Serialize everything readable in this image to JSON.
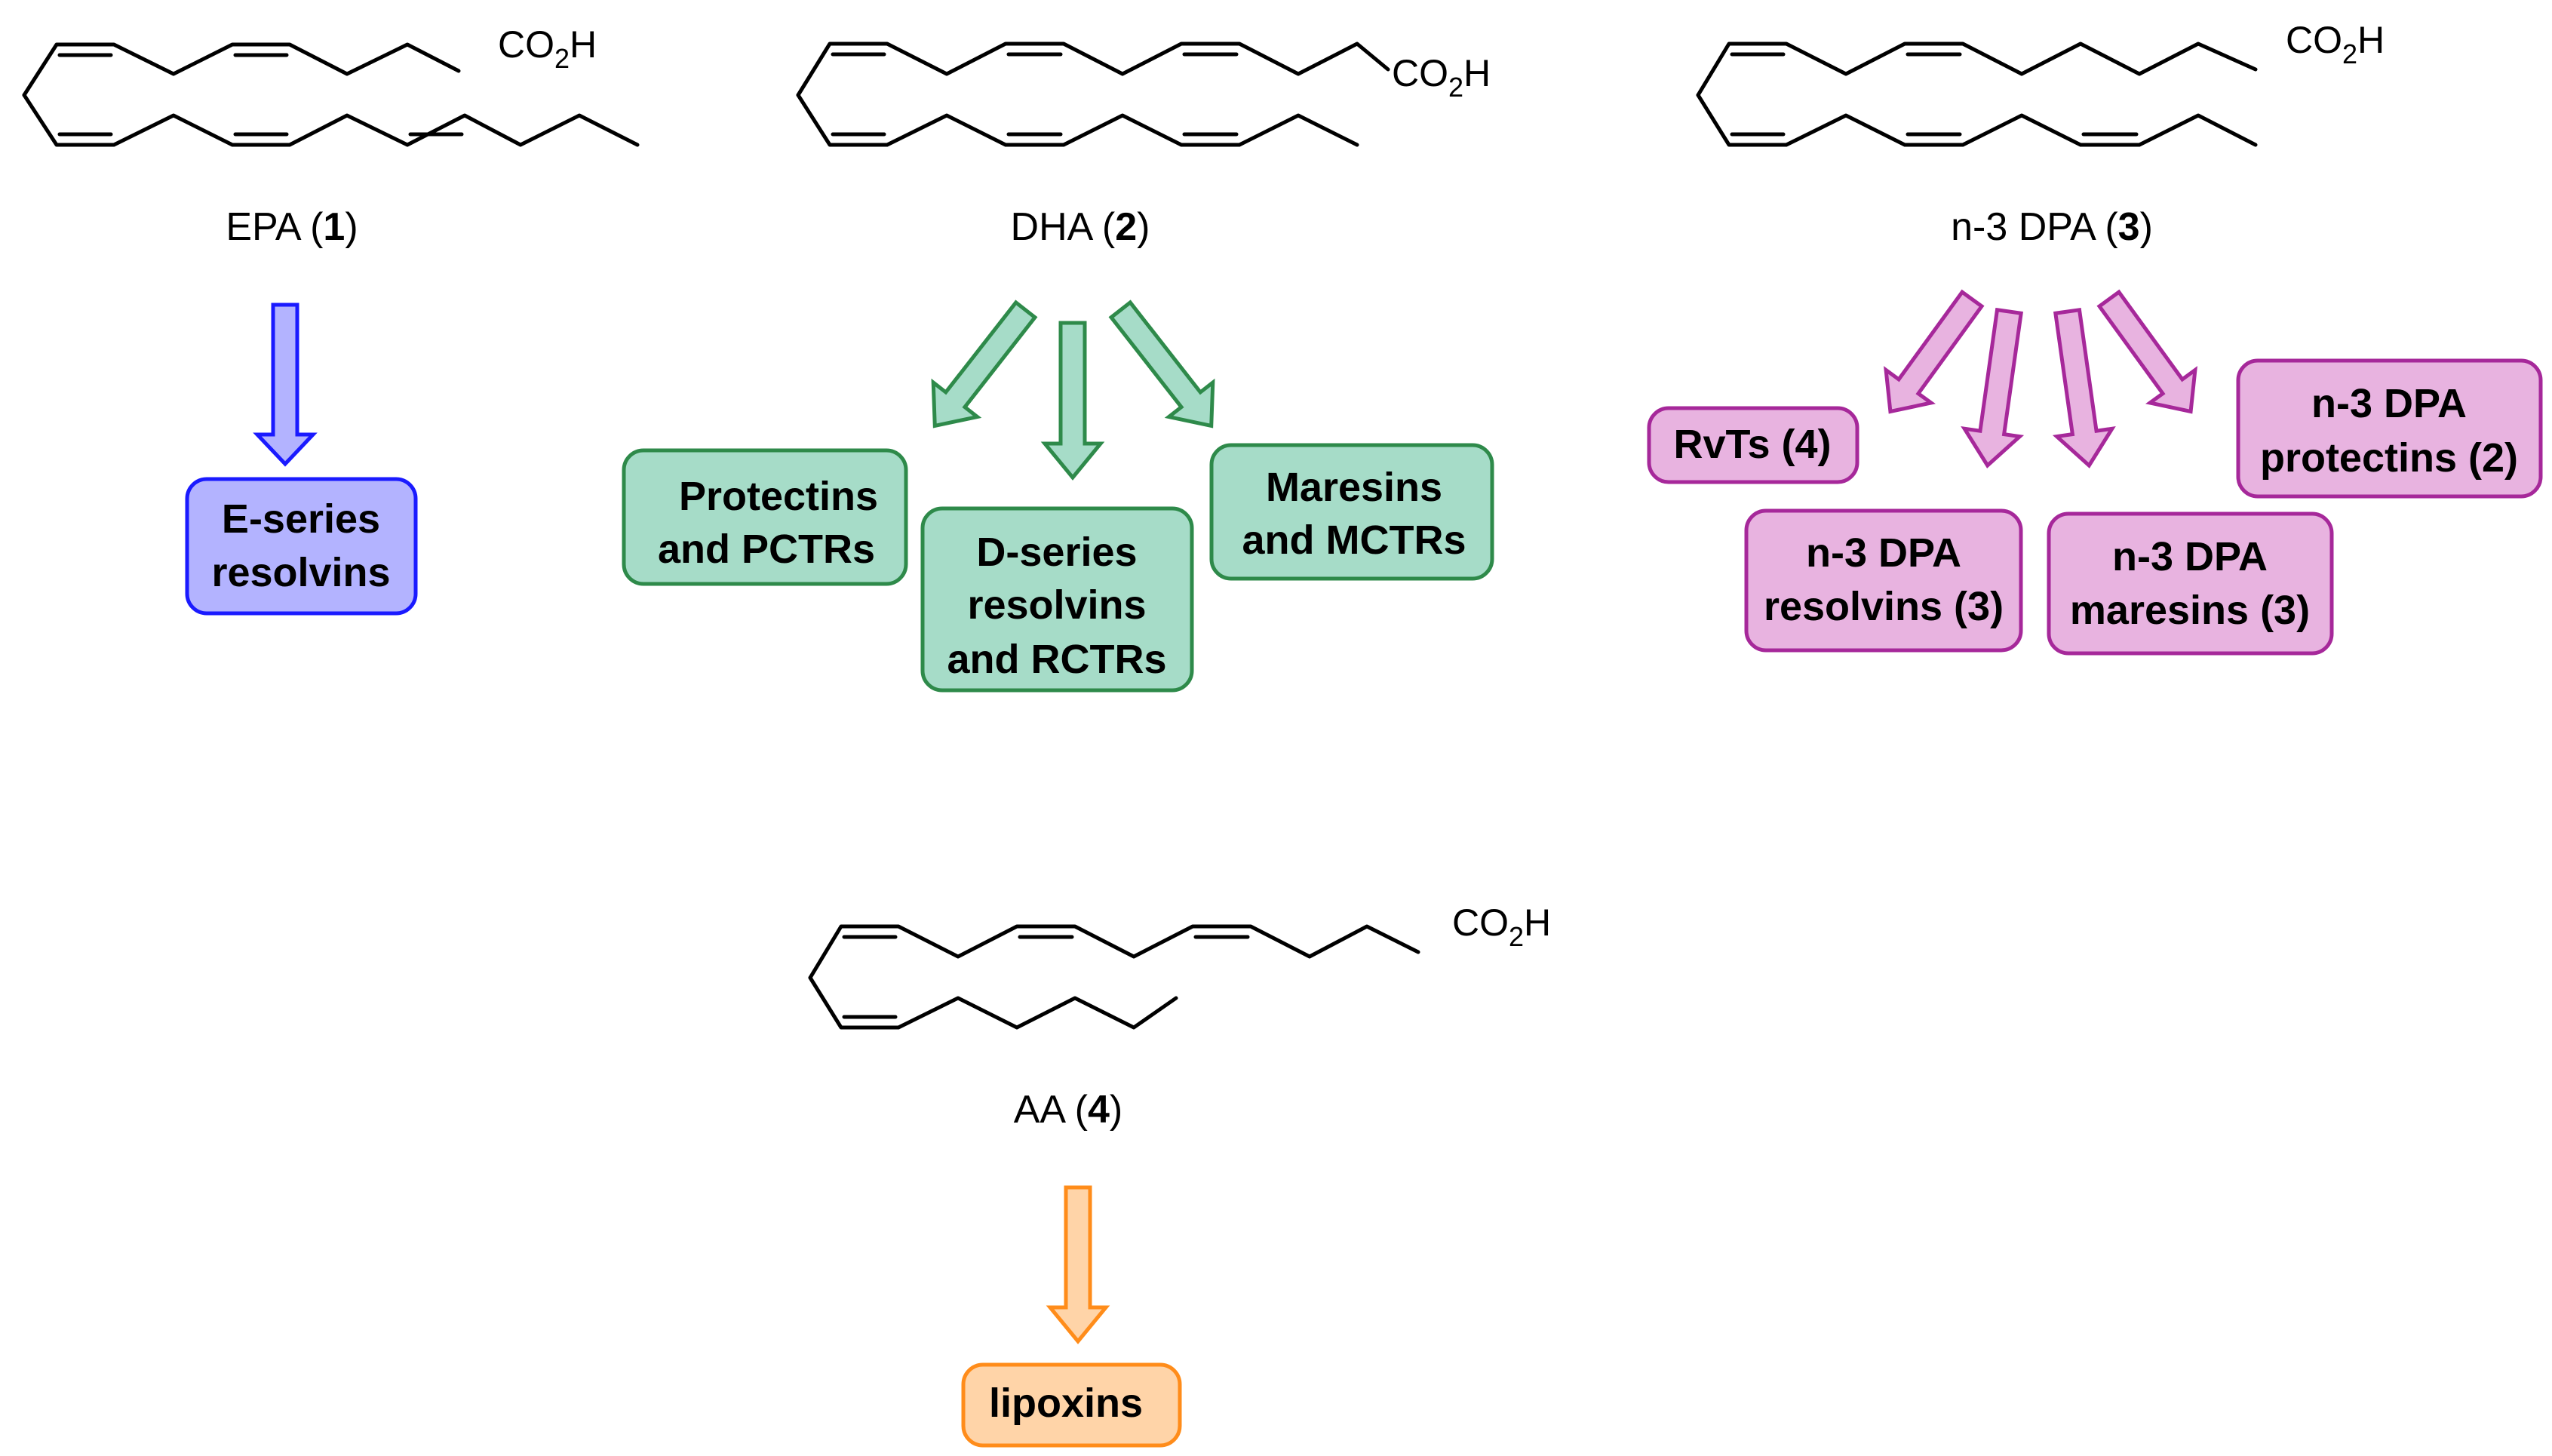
{
  "colors": {
    "blue_fill": "#b3b3ff",
    "blue_stroke": "#1a1aff",
    "green_fill": "#a6dcc8",
    "green_stroke": "#2e8a4a",
    "pink_fill": "#e8b3e0",
    "pink_stroke": "#a6289a",
    "orange_fill": "#ffd4a8",
    "orange_stroke": "#ff8c1a"
  },
  "molecules": {
    "epa": {
      "acid": "CO",
      "sub": "2",
      "h": "H",
      "name": "EPA (",
      "num": "1",
      "close": ")"
    },
    "dha": {
      "acid": "CO",
      "sub": "2",
      "h": "H",
      "name": "DHA (",
      "num": "2",
      "close": ")"
    },
    "dpa": {
      "acid": "CO",
      "sub": "2",
      "h": "H",
      "name": "n-3 DPA (",
      "num": "3",
      "close": ")"
    },
    "aa": {
      "acid": "CO",
      "sub": "2",
      "h": "H",
      "name": "AA (",
      "num": "4",
      "close": ")"
    }
  },
  "products": {
    "epa_resolvins": {
      "line1": "E-series",
      "line2": "resolvins"
    },
    "protectins": {
      "line1": "Protectins",
      "line2": "and PCTRs"
    },
    "d_resolvins": {
      "line1": "D-series",
      "line2": "resolvins",
      "line3": "and RCTRs"
    },
    "maresins": {
      "line1": "Maresins",
      "line2": "and MCTRs"
    },
    "rvts": {
      "line1": "RvTs (4)"
    },
    "dpa_resolvins": {
      "line1": "n-3 DPA",
      "line2": "resolvins (3)"
    },
    "dpa_maresins": {
      "line1": "n-3 DPA",
      "line2": "maresins (3)"
    },
    "dpa_protectins": {
      "line1": "n-3 DPA",
      "line2": "protectins (2)"
    },
    "lipoxins": {
      "line1": "lipoxins"
    }
  }
}
